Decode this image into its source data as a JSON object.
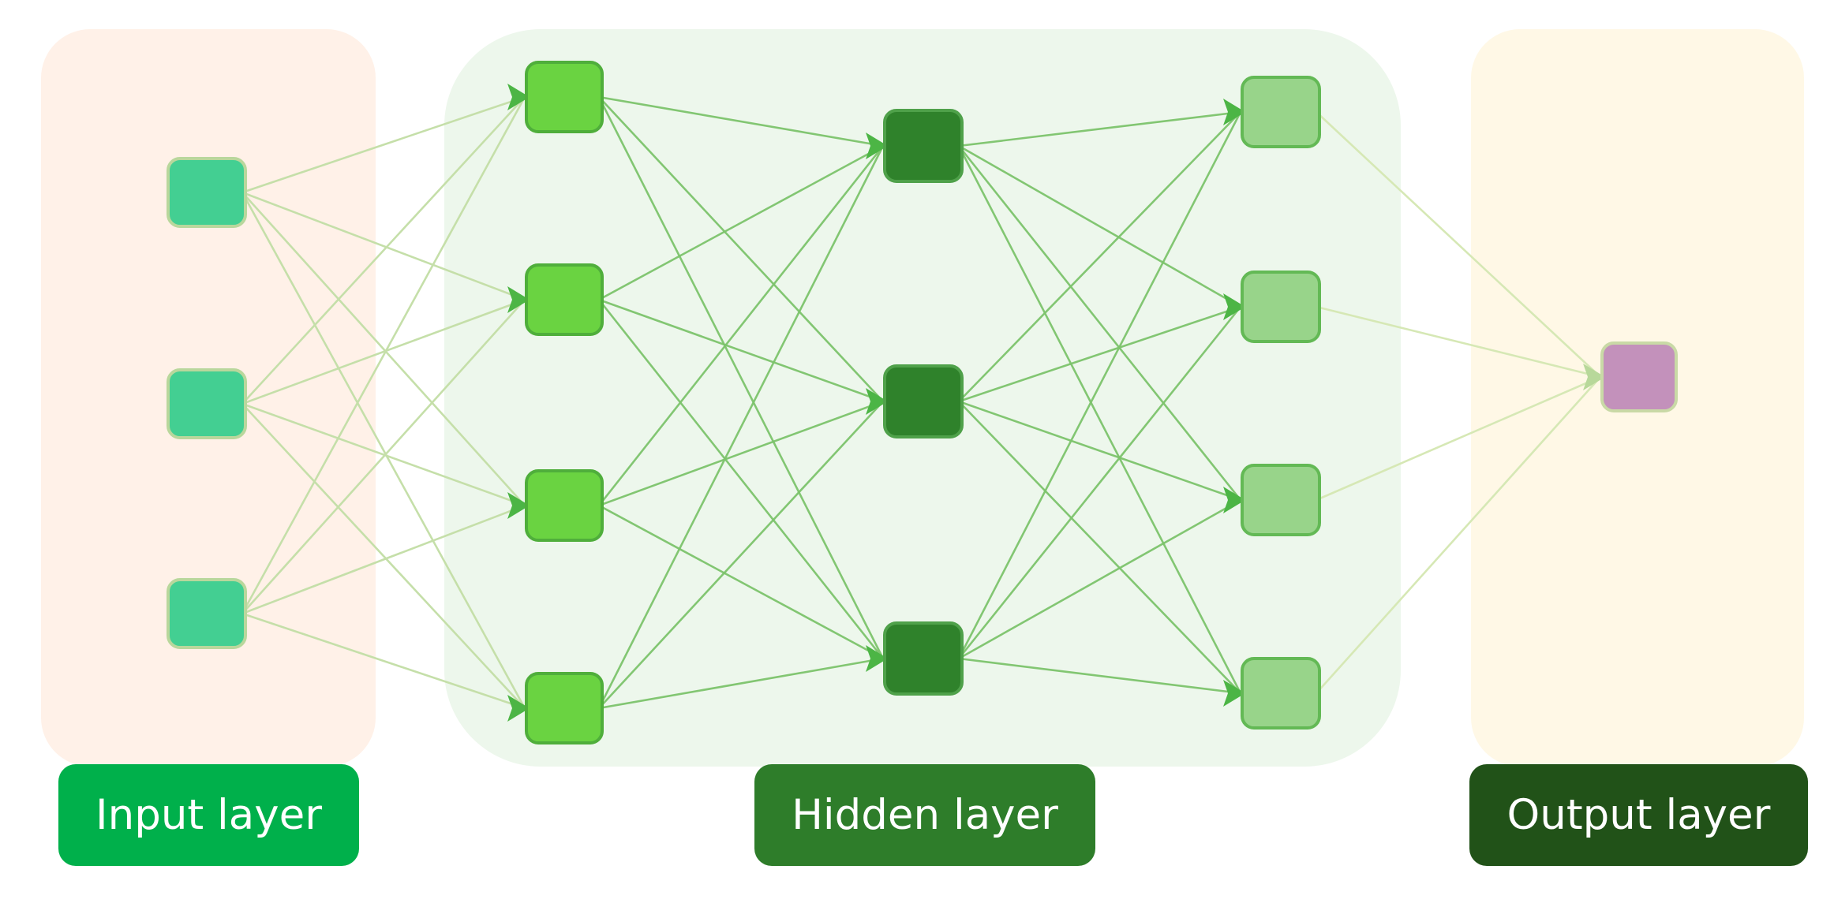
{
  "diagram": {
    "labels": {
      "input": "Input layer",
      "hidden": "Hidden layer",
      "output": "Output layer"
    },
    "colors": {
      "input_region": "#fff1e8",
      "hidden_region": "#edf7ec",
      "output_region": "#fff8e6",
      "input_label": "#00b04b",
      "hidden_label": "#2e7d2a",
      "output_label": "#215218",
      "input_node": "#43cf92",
      "hidden_node_1": "#6ad341",
      "hidden_node_2": "#2f822b",
      "hidden_node_3": "#98d48a",
      "output_node": "#c391bb",
      "edge_input": "#c5dfa9",
      "edge_hidden": "#7cc36b",
      "edge_output": "#d6e8b5",
      "arrow": "#4cb545"
    },
    "layers": [
      {
        "name": "input",
        "nodes": 3
      },
      {
        "name": "hidden-1",
        "nodes": 4
      },
      {
        "name": "hidden-2",
        "nodes": 3
      },
      {
        "name": "hidden-3",
        "nodes": 4
      },
      {
        "name": "output",
        "nodes": 1
      }
    ]
  }
}
